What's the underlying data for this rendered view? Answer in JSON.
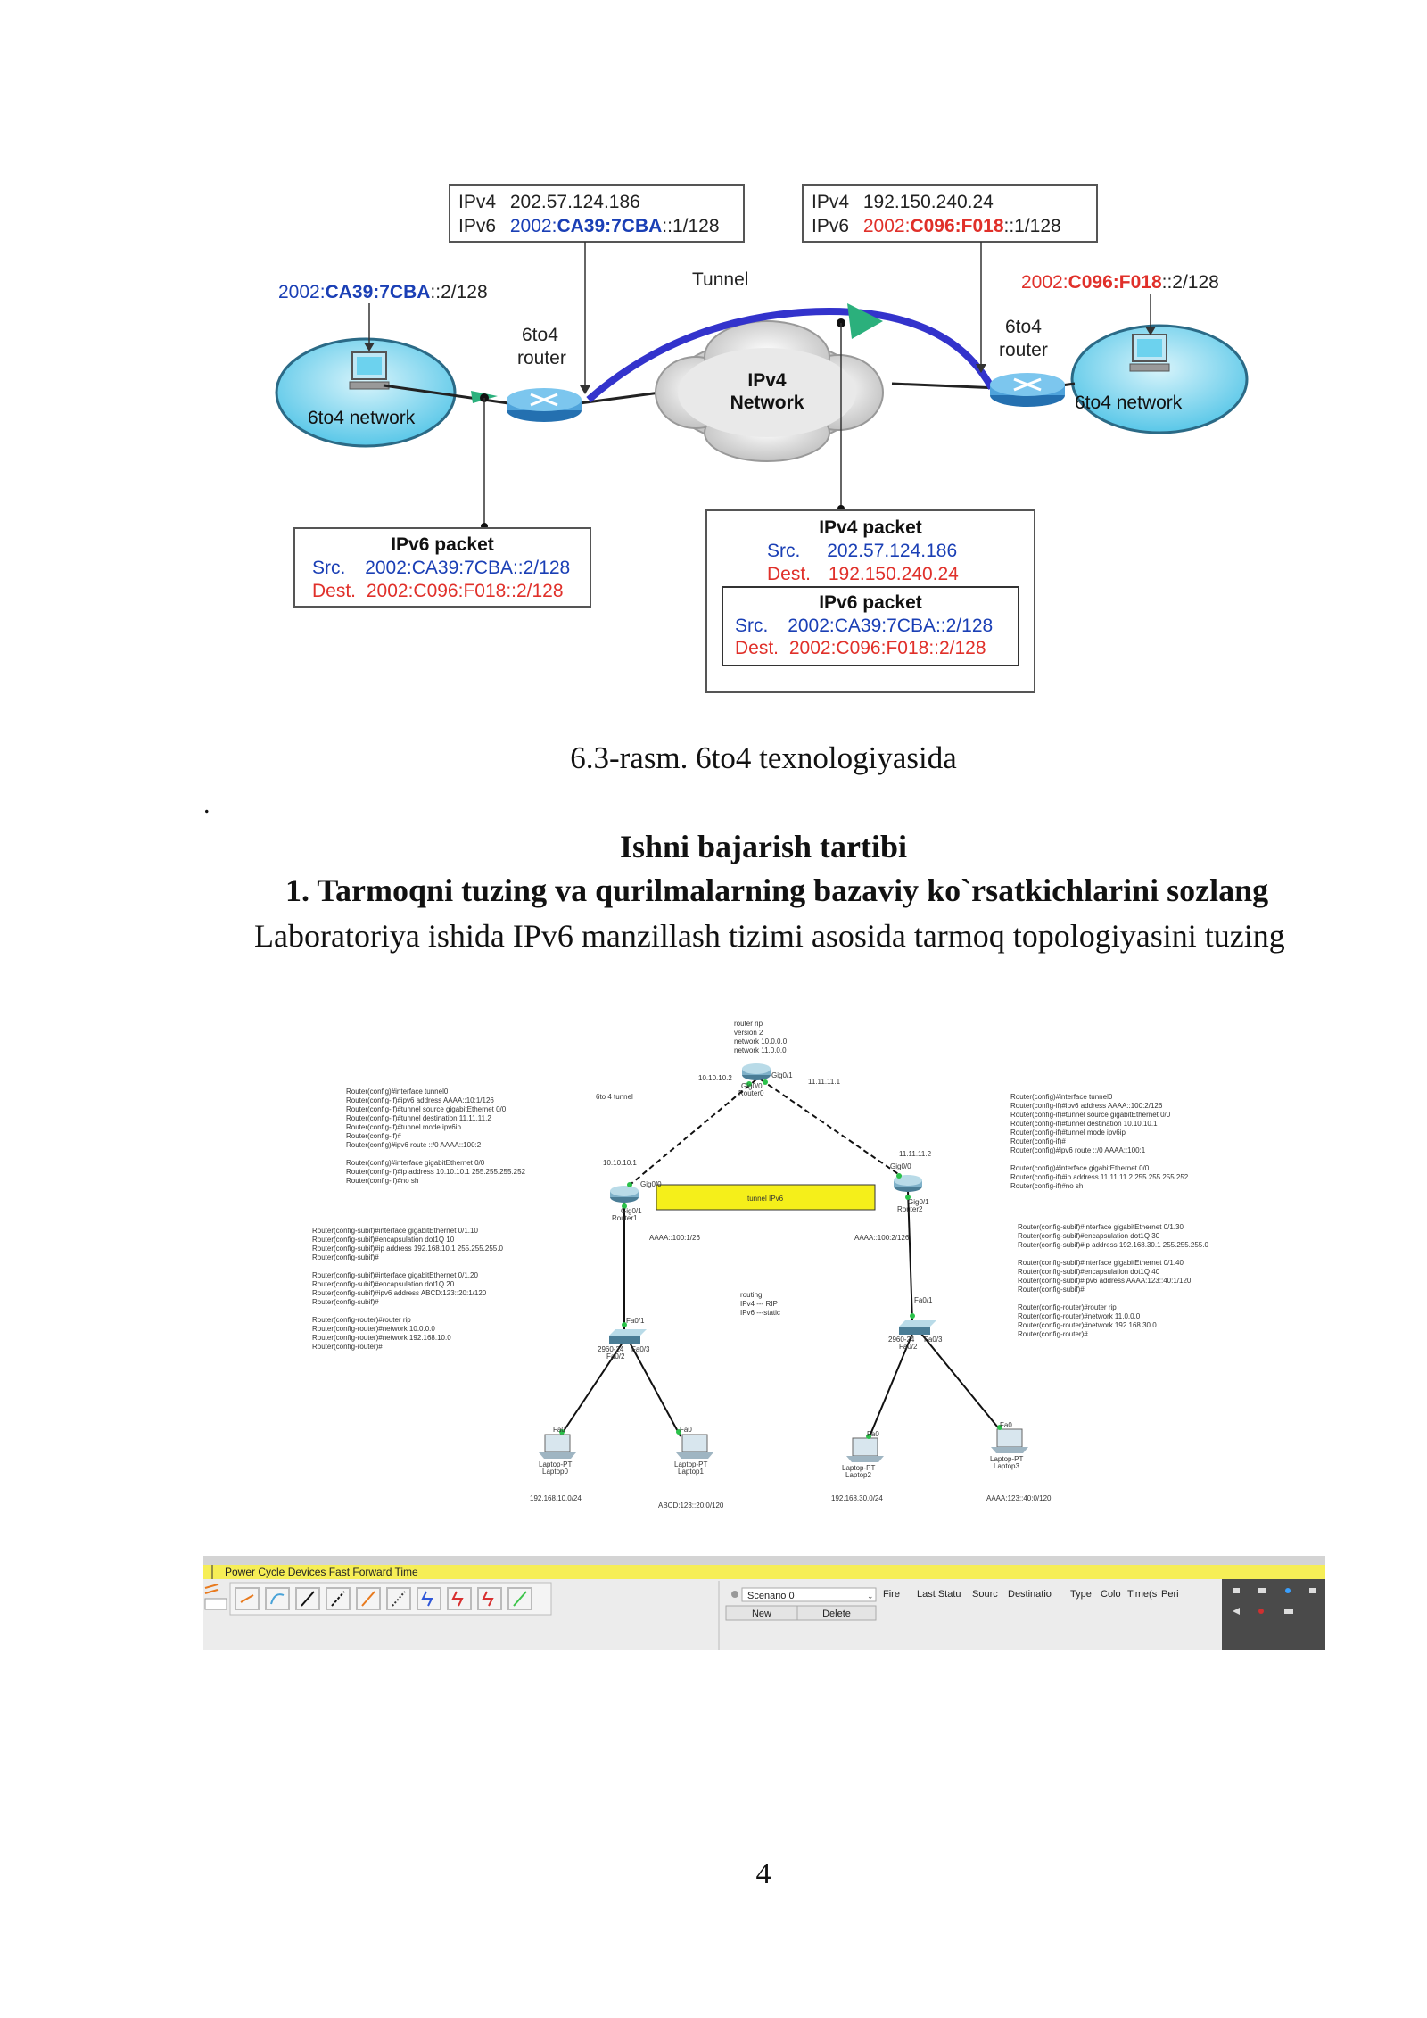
{
  "figure": {
    "left_box": {
      "ipv4_label": "IPv4",
      "ipv4_value": "202.57.124.186",
      "ipv6_label": "IPv6",
      "ipv6_prefix": "2002:",
      "ipv6_mid": "CA39:7CBA",
      "ipv6_suffix": "::1/128"
    },
    "right_box": {
      "ipv4_label": "IPv4",
      "ipv4_value": "192.150.240.24",
      "ipv6_label": "IPv6",
      "ipv6_prefix": "2002:",
      "ipv6_mid": "C096:F018",
      "ipv6_suffix": "::1/128"
    },
    "left_host_prefix": "2002:",
    "left_host_mid": "CA39:7CBA",
    "left_host_suffix": "::2/128",
    "right_host_prefix": "2002:",
    "right_host_mid": "C096:F018",
    "right_host_suffix": "::2/128",
    "tunnel": "Tunnel",
    "cloud_line1": "IPv4",
    "cloud_line2": "Network",
    "router_left_1": "6to4",
    "router_left_2": "router",
    "router_right_1": "6to4",
    "router_right_2": "router",
    "net_left": "6to4 network",
    "net_right": "6to4 network",
    "pkt6": {
      "title": "IPv6 packet",
      "src_label": "Src.",
      "src": "2002:CA39:7CBA::2/128",
      "dst_label": "Dest.",
      "dst": "2002:C096:F018::2/128"
    },
    "pkt4": {
      "title": "IPv4  packet",
      "src_label": "Src.",
      "src": "202.57.124.186",
      "dst_label": "Dest.",
      "dst": "192.150.240.24",
      "inner_title": "IPv6 packet",
      "inner_src_label": "Src.",
      "inner_src": "2002:CA39:7CBA::2/128",
      "inner_dst_label": "Dest.",
      "inner_dst": "2002:C096:F018::2/128"
    }
  },
  "caption": "6.3-rasm. 6to4 texnologiyasida",
  "dot": ".",
  "heading": "Ishni bajarish tartibi",
  "step": "1.  Tarmoqni tuzing va qurilmalarning bazaviy ko`rsatkichlarini sozlang",
  "body": "Laboratoriya ishida IPv6 manzillash tizimi asosida tarmoq topologiyasini tuzing",
  "pt": {
    "rip_cfg": [
      "router rip",
      "version 2",
      "network 10.0.0.0",
      "network 11.0.0.0"
    ],
    "r0_label": "Router0",
    "r1_label": "Router1",
    "r2_label": "Router2",
    "gig00": "Gig0/0",
    "gig01": "Gig0/1",
    "ip_10_2": "10.10.10.2",
    "ip_11_1": "11.11.11.1",
    "ip_10_1": "10.10.10.1",
    "ip_11_2": "11.11.11.2",
    "tunnel_label": "6to 4 tunnel",
    "tunnel_box": "tunnel IPv6",
    "aaaa_left": "AAAA::100:1/26",
    "aaaa_right": "AAAA::100:2/126",
    "routing_note": [
      "routing",
      "IPv4 --- RIP",
      "IPv6 ---static"
    ],
    "left_cfg1": [
      "Router(config)#interface tunnel0",
      "Router(config-if)#ipv6 address AAAA::10:1/126",
      "Router(config-if)#tunnel source gigabitEthernet 0/0",
      "Router(config-if)#tunnel destination 11.11.11.2",
      "Router(config-if)#tunnel mode ipv6ip",
      "Router(config-if)#",
      "Router(config)#ipv6 route ::/0 AAAA::100:2",
      "",
      "Router(config)#interface gigabitEthernet 0/0",
      "Router(config-if)#ip address 10.10.10.1 255.255.255.252",
      "Router(config-if)#no sh"
    ],
    "left_cfg2": [
      "Router(config-subif)#interface gigabitEthernet 0/1.10",
      "Router(config-subif)#encapsulation dot1Q 10",
      "Router(config-subif)#ip address 192.168.10.1 255.255.255.0",
      "Router(config-subif)#",
      "",
      "Router(config-subif)#interface gigabitEthernet 0/1.20",
      "Router(config-subif)#encapsulation dot1Q 20",
      "Router(config-subif)#ipv6 address ABCD:123::20:1/120",
      "Router(config-subif)#",
      "",
      "Router(config-router)#router rip",
      "Router(config-router)#network 10.0.0.0",
      "Router(config-router)#network 192.168.10.0",
      "Router(config-router)#"
    ],
    "right_cfg1": [
      "Router(config)#interface tunnel0",
      "Router(config-if)#ipv6 address AAAA::100:2/126",
      "Router(config-if)#tunnel source gigabitEthernet 0/0",
      "Router(config-if)#tunnel destination 10.10.10.1",
      "Router(config-if)#tunnel mode ipv6ip",
      "Router(config-if)#",
      "Router(config)#ipv6 route ::/0 AAAA::100:1",
      "",
      "Router(config)#interface gigabitEthernet 0/0",
      "Router(config-if)#ip address 11.11.11.2 255.255.255.252",
      "Router(config-if)#no sh"
    ],
    "right_cfg2": [
      "Router(config-subif)#interface gigabitEthernet 0/1.30",
      "Router(config-subif)#encapsulation dot1Q 30",
      "Router(config-subif)#ip address 192.168.30.1 255.255.255.0",
      "",
      "Router(config-subif)#interface gigabitEthernet 0/1.40",
      "Router(config-subif)#encapsulation dot1Q 40",
      "Router(config-subif)#ipv6 address AAAA:123::40:1/120",
      "Router(config-subif)#",
      "",
      "Router(config-router)#router rip",
      "Router(config-router)#network 11.0.0.0",
      "Router(config-router)#network 192.168.30.0",
      "Router(config-router)#"
    ],
    "fa01": "Fa0/1",
    "fa02": "Fa0/2",
    "fa03": "Fa0/3",
    "fa0": "Fa0",
    "sw_left": "2960-24",
    "sw_right": "2960-24",
    "laptops": [
      {
        "type": "Laptop-PT",
        "name": "Laptop0",
        "net": "192.168.10.0/24"
      },
      {
        "type": "Laptop-PT",
        "name": "Laptop1",
        "net": "ABCD:123::20:0/120"
      },
      {
        "type": "Laptop-PT",
        "name": "Laptop2",
        "net": "192.168.30.0/24"
      },
      {
        "type": "Laptop-PT",
        "name": "Laptop3",
        "net": "AAAA:123::40:0/120"
      }
    ],
    "bar_text": "Power Cycle Devices  Fast Forward Time",
    "scenario": "Scenario 0",
    "btn_new": "New",
    "btn_delete": "Delete",
    "cols": [
      "Fire",
      "Last Statu",
      "Sourc",
      "Destinatio",
      "Type",
      "Colo",
      "Time(s",
      "Peri"
    ]
  },
  "page_number": "4",
  "colors": {
    "blue": "#1a3fb5",
    "red": "#e0302a",
    "cloud": "#dcdcdc",
    "net": "#59c7e8",
    "tunnel_box": "#f5ef1a"
  }
}
